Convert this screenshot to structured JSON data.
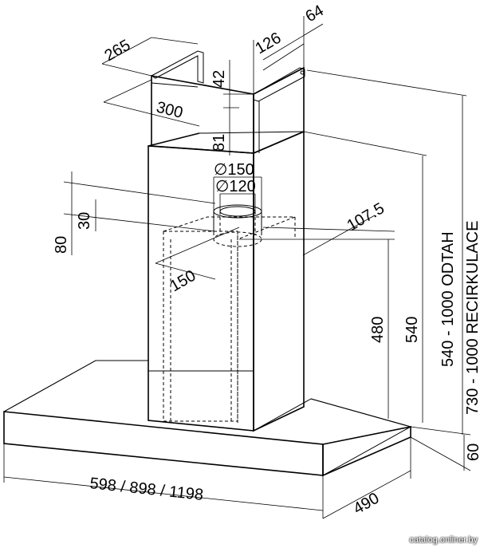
{
  "dimensions": {
    "d265": "265",
    "d64": "64",
    "d126": "126",
    "d42": "42",
    "d300": "300",
    "d81": "81",
    "diam150": "∅150",
    "diam120": "∅120",
    "d107_5": "107.5",
    "d80": "80",
    "d30": "30",
    "d150": "150",
    "d480": "480",
    "d540": "540",
    "range_odtah": "540 - 1000  ODTAH",
    "range_recirk": "730 - 1000  RECIRKULACE",
    "d60": "60",
    "widths": "598 / 898 / 1198",
    "d490": "490"
  },
  "watermark": "catalog.onliner.by"
}
